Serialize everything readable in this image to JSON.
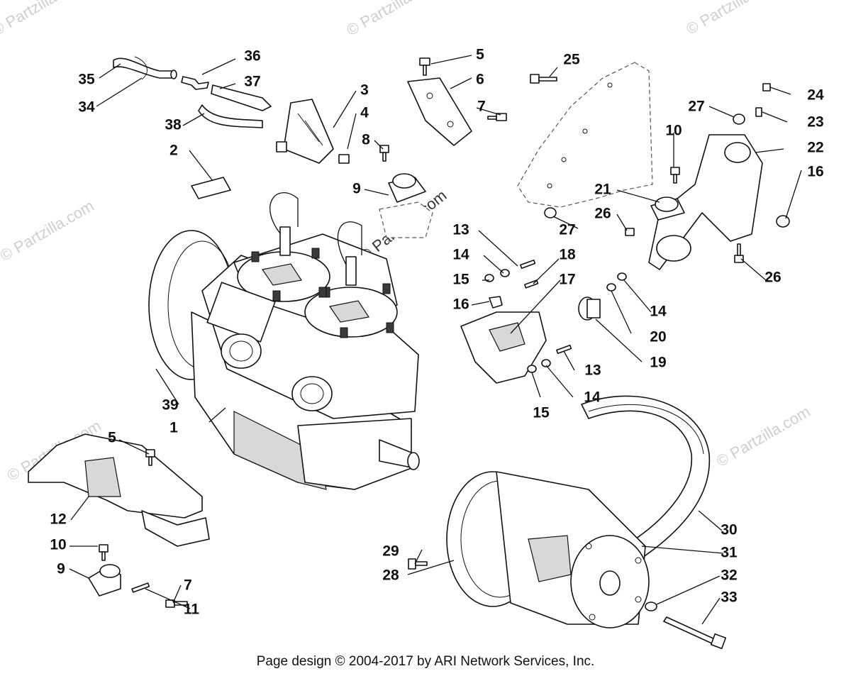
{
  "watermark": "© Partzilla.com",
  "footer": "Page design © 2004-2017 by ARI Network Services, Inc.",
  "callouts": {
    "c1": "1",
    "c2": "2",
    "c3": "3",
    "c4": "4",
    "c5a": "5",
    "c5b": "5",
    "c6": "6",
    "c7a": "7",
    "c7b": "7",
    "c8": "8",
    "c9a": "9",
    "c9b": "9",
    "c10a": "10",
    "c10b": "10",
    "c11": "11",
    "c12": "12",
    "c13a": "13",
    "c13b": "13",
    "c14a": "14",
    "c14b": "14",
    "c14c": "14",
    "c15a": "15",
    "c15b": "15",
    "c16a": "16",
    "c16b": "16",
    "c17": "17",
    "c18": "18",
    "c19": "19",
    "c20": "20",
    "c21": "21",
    "c22": "22",
    "c23": "23",
    "c24": "24",
    "c25": "25",
    "c26a": "26",
    "c26b": "26",
    "c27a": "27",
    "c27b": "27",
    "c28": "28",
    "c29": "29",
    "c30": "30",
    "c31": "31",
    "c32": "32",
    "c33": "33",
    "c34": "34",
    "c35": "35",
    "c36": "36",
    "c37": "37",
    "c38": "38",
    "c39": "39"
  }
}
